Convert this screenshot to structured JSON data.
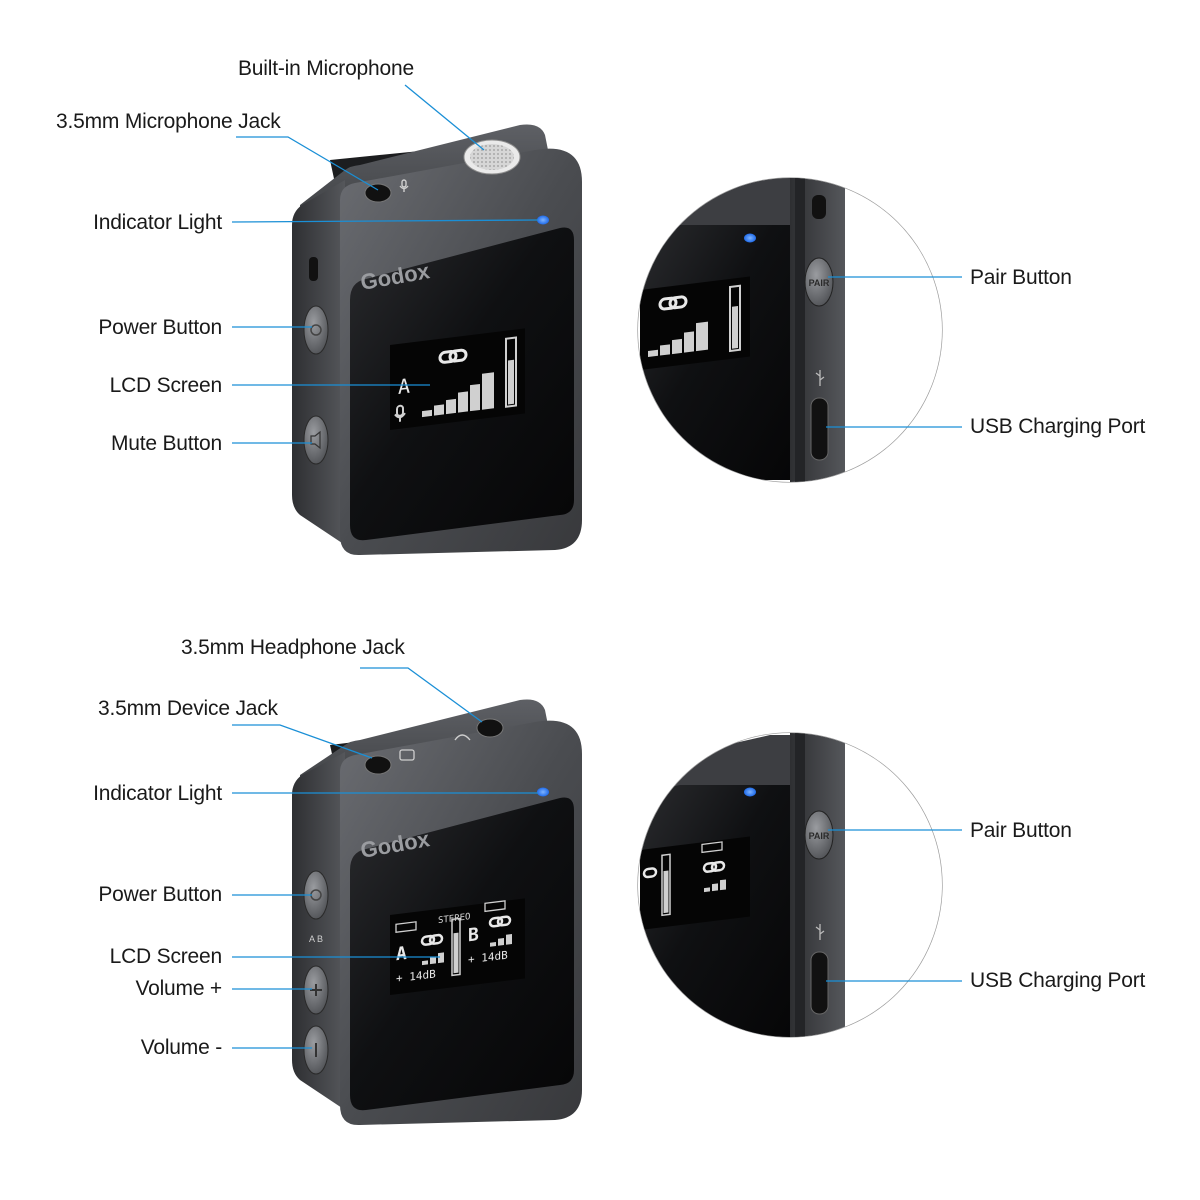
{
  "top": {
    "brand": "Godox",
    "labels": {
      "builtin_mic": "Built-in Microphone",
      "mic_jack": "3.5mm Microphone Jack",
      "indicator": "Indicator Light",
      "power": "Power Button",
      "lcd": "LCD Screen",
      "mute": "Mute Button",
      "pair": "Pair Button",
      "usb": "USB Charging Port"
    },
    "screen": {
      "channel": "A"
    },
    "pair_key": "PAIR"
  },
  "bottom": {
    "brand": "Godox",
    "labels": {
      "headphone_jack": "3.5mm Headphone Jack",
      "device_jack": "3.5mm Device Jack",
      "indicator": "Indicator Light",
      "power": "Power Button",
      "lcd": "LCD Screen",
      "vol_up": "Volume +",
      "vol_down": "Volume -",
      "pair": "Pair Button",
      "usb": "USB Charging Port"
    },
    "screen": {
      "mode": "STEREO",
      "left_channel": "A",
      "right_channel": "B",
      "left_gain": "+ 14dB",
      "right_gain": "+ 14dB"
    },
    "pair_key": "PAIR",
    "ab_key": "A B"
  },
  "colors": {
    "leader": "#1a8fd6",
    "indicator": "#2b7bff",
    "body": "#4d4f53",
    "screen": "#0d0d0f"
  }
}
